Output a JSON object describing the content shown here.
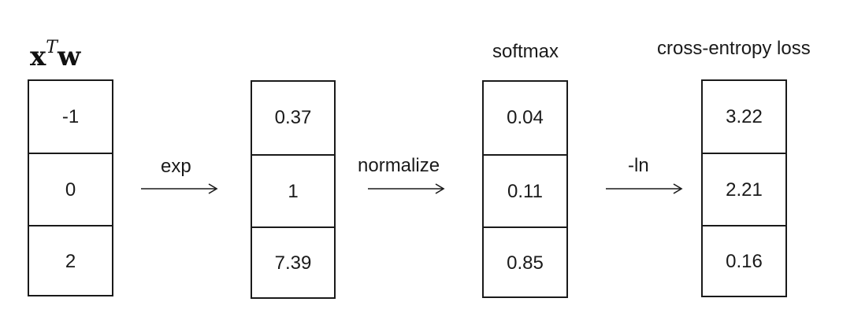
{
  "columns": [
    {
      "header_base": "x",
      "header_sup": "T",
      "header_tail": "w",
      "values": [
        "-1",
        "0",
        "2"
      ]
    },
    {
      "header": "",
      "values": [
        "0.37",
        "1",
        "7.39"
      ]
    },
    {
      "header": "softmax",
      "values": [
        "0.04",
        "0.11",
        "0.85"
      ]
    },
    {
      "header": "cross-entropy loss",
      "values": [
        "3.22",
        "2.21",
        "0.16"
      ]
    }
  ],
  "operations": [
    {
      "label": "exp",
      "icon": "right-arrow-icon"
    },
    {
      "label": "normalize",
      "icon": "right-arrow-icon"
    },
    {
      "label": "-ln",
      "icon": "right-arrow-icon"
    }
  ]
}
